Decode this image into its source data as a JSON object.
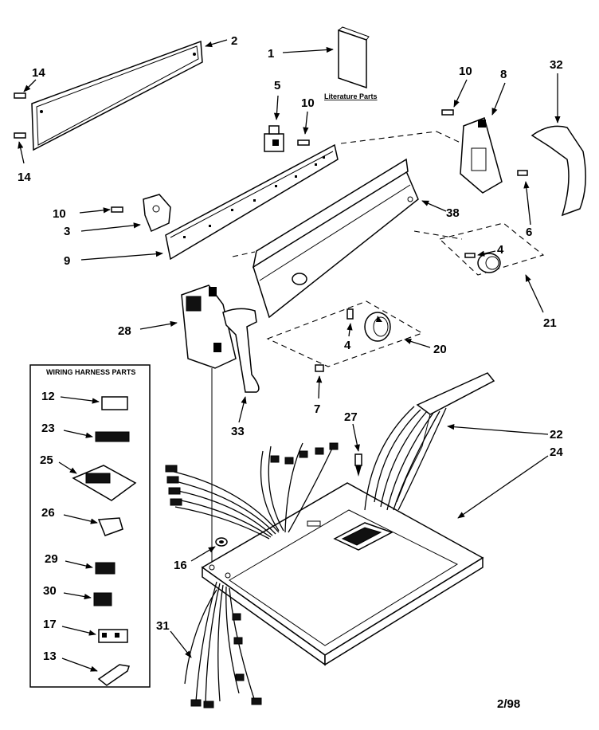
{
  "literature_label": "Literature Parts",
  "harness_box": {
    "title": "WIRING HARNESS PARTS",
    "items": [
      "12",
      "23",
      "25",
      "26",
      "29",
      "30",
      "17",
      "13"
    ]
  },
  "callouts": {
    "p1": "1",
    "p2": "2",
    "p3": "3",
    "p4a": "4",
    "p4b": "4",
    "p5": "5",
    "p6": "6",
    "p7": "7",
    "p8": "8",
    "p9": "9",
    "p10a": "10",
    "p10b": "10",
    "p10c": "10",
    "p14a": "14",
    "p14b": "14",
    "p16": "16",
    "p20": "20",
    "p21": "21",
    "p22": "22",
    "p24": "24",
    "p27": "27",
    "p28": "28",
    "p31": "31",
    "p32": "32",
    "p33": "33",
    "p38": "38"
  },
  "date_code": "2/98"
}
